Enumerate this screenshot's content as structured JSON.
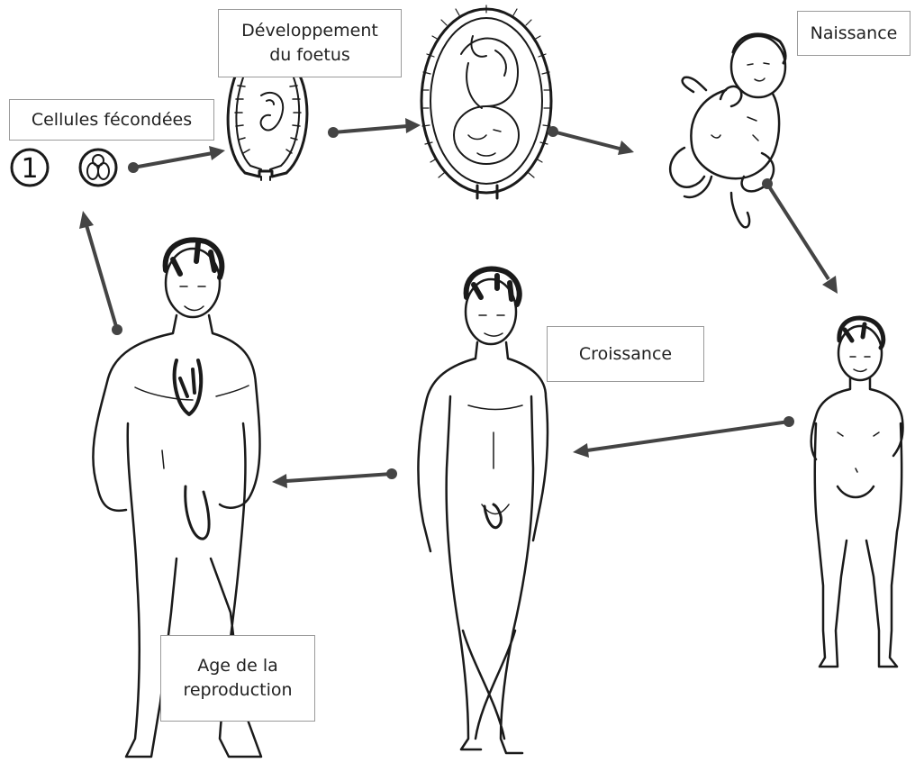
{
  "labels": {
    "fertilized_cells": "Cellules fécondées",
    "fetus_development_line1": "Développement",
    "fetus_development_line2": "du foetus",
    "birth": "Naissance",
    "growth": "Croissance",
    "reproduction_age_line1": "Age de la",
    "reproduction_age_line2": "reproduction"
  },
  "markers": {
    "cell_number": "1"
  },
  "colors": {
    "ink": "#1a1a1a",
    "arrow": "#444444",
    "label_border": "#9a9a9a"
  }
}
